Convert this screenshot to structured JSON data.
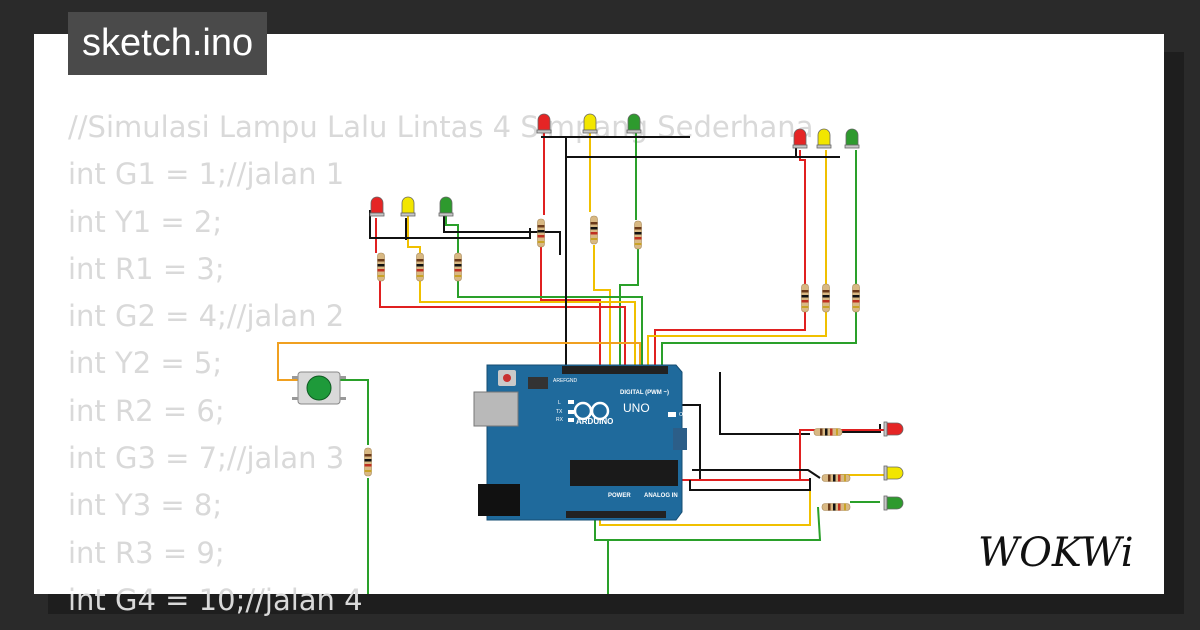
{
  "tab": {
    "title": "sketch.ino"
  },
  "code": {
    "lines": [
      "//Simulasi Lampu Lalu Lintas 4 Simpang Sederhana",
      "int G1 = 1;//jalan 1",
      "int Y1 = 2;",
      "int R1 = 3;",
      "int G2 = 4;//jalan 2",
      "int Y2 = 5;",
      "int R2 = 6;",
      "int G3 = 7;//jalan 3",
      "int Y3 = 8;",
      "int R3 = 9;",
      "int G4 = 10;//jalan 4"
    ]
  },
  "board": {
    "brand": "ARDUINO",
    "model": "UNO",
    "digital_label": "DIGITAL (PWM ~)",
    "on_label": "ON",
    "l_label": "L",
    "tx_label": "TX",
    "rx_label": "RX",
    "power_label": "POWER",
    "analog_label": "ANALOG IN",
    "aref_label": "AREF",
    "gnd_label": "GND"
  },
  "logo": {
    "text": "WOKWi"
  },
  "colors": {
    "background": "#2a2a2a",
    "card": "#ffffff",
    "tab": "#4a4a4a",
    "code_text": "#d9d9d9",
    "board": "#1f6a9c",
    "wire_red": "#e02020",
    "wire_yellow": "#f0c000",
    "wire_green": "#2aa02a",
    "wire_black": "#111111",
    "wire_orange": "#f0a020",
    "led_red": "#e52525",
    "led_yellow": "#f2e600",
    "led_green": "#2e9a2e",
    "button": "#1e9a3a"
  }
}
